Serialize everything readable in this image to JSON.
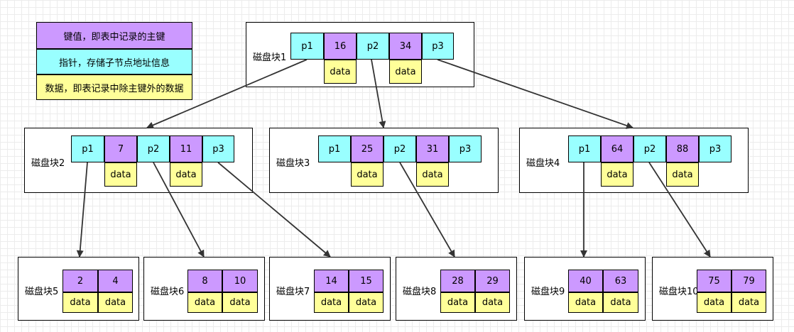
{
  "colors": {
    "key": "#cc99ff",
    "pointer": "#99ffff",
    "data": "#ffff99"
  },
  "legend": {
    "key": "键值，即表中记录的主键",
    "pointer": "指针，存储子节点地址信息",
    "data": "数据，即表记录中除主键外的数据"
  },
  "blocks": {
    "b1": {
      "label": "磁盘块1",
      "p1": "p1",
      "k1": "16",
      "p2": "p2",
      "k2": "34",
      "p3": "p3",
      "d1": "data",
      "d2": "data"
    },
    "b2": {
      "label": "磁盘块2",
      "p1": "p1",
      "k1": "7",
      "p2": "p2",
      "k2": "11",
      "p3": "p3",
      "d1": "data",
      "d2": "data"
    },
    "b3": {
      "label": "磁盘块3",
      "p1": "p1",
      "k1": "25",
      "p2": "p2",
      "k2": "31",
      "p3": "p3",
      "d1": "data",
      "d2": "data"
    },
    "b4": {
      "label": "磁盘块4",
      "p1": "p1",
      "k1": "64",
      "p2": "p2",
      "k2": "88",
      "p3": "p3",
      "d1": "data",
      "d2": "data"
    },
    "b5": {
      "label": "磁盘块5",
      "k1": "2",
      "k2": "4",
      "d1": "data",
      "d2": "data"
    },
    "b6": {
      "label": "磁盘块6",
      "k1": "8",
      "k2": "10",
      "d1": "data",
      "d2": "data"
    },
    "b7": {
      "label": "磁盘块7",
      "k1": "14",
      "k2": "15",
      "d1": "data",
      "d2": "data"
    },
    "b8": {
      "label": "磁盘块8",
      "k1": "28",
      "k2": "29",
      "d1": "data",
      "d2": "data"
    },
    "b9": {
      "label": "磁盘块9",
      "k1": "40",
      "k2": "63",
      "d1": "data",
      "d2": "data"
    },
    "b10": {
      "label": "磁盘块10",
      "k1": "75",
      "k2": "79",
      "d1": "data",
      "d2": "data"
    }
  }
}
